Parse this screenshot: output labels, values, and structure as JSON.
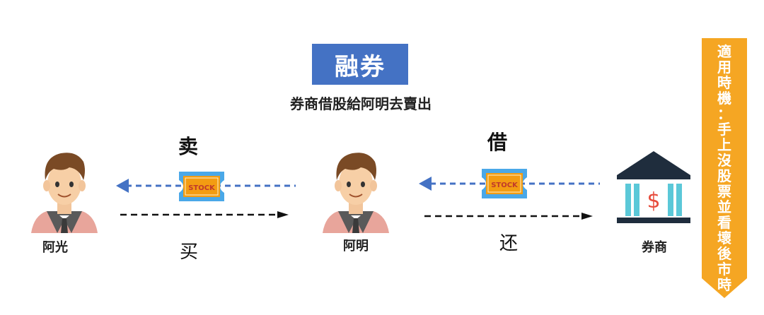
{
  "title": "融券",
  "subtitle": "券商借股給阿明去賣出",
  "people": {
    "left": "阿光",
    "middle": "阿明",
    "right": "券商"
  },
  "actions": {
    "sell": "卖",
    "buy": "买",
    "borrow": "借",
    "return": "还"
  },
  "stock_label": "STOCK",
  "side_note": "適\n用\n時\n機\n：\n手\n上\n沒\n股\n票\n並\n看\n壞\n後\n市\n時",
  "colors": {
    "title_bg": "#4472c4",
    "dashed_blue": "#4472c4",
    "ticket_blue": "#4aa8e8",
    "ticket_orange": "#f39c12",
    "banner": "#f5a623",
    "bank_dark": "#1f2d3d",
    "bank_cyan": "#5bc8d8",
    "dollar_red": "#e74c3c"
  }
}
